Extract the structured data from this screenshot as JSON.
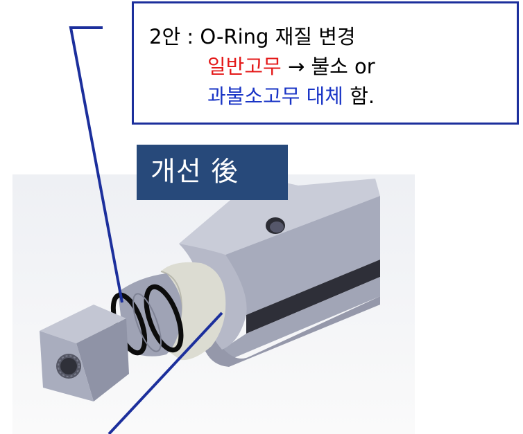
{
  "callout": {
    "line1_prefix": "2안 : O-Ring 재질 변경",
    "line2_red": "일반고무",
    "line2_arrow": "→",
    "line2_rest": " 불소 or",
    "line3_blue": "과불소고무 대체",
    "line3_rest": " 함."
  },
  "badge": {
    "label": "개선 後"
  },
  "colors": {
    "callout_border": "#1c2f9c",
    "leader_line": "#1c2f9c",
    "red_text": "#e41919",
    "blue_text": "#1a35c6",
    "badge_bg": "#27497a",
    "oring": "#0c0c0c",
    "part_gray": "#a7abbc",
    "sleeve_light": "#dcdcd2"
  }
}
